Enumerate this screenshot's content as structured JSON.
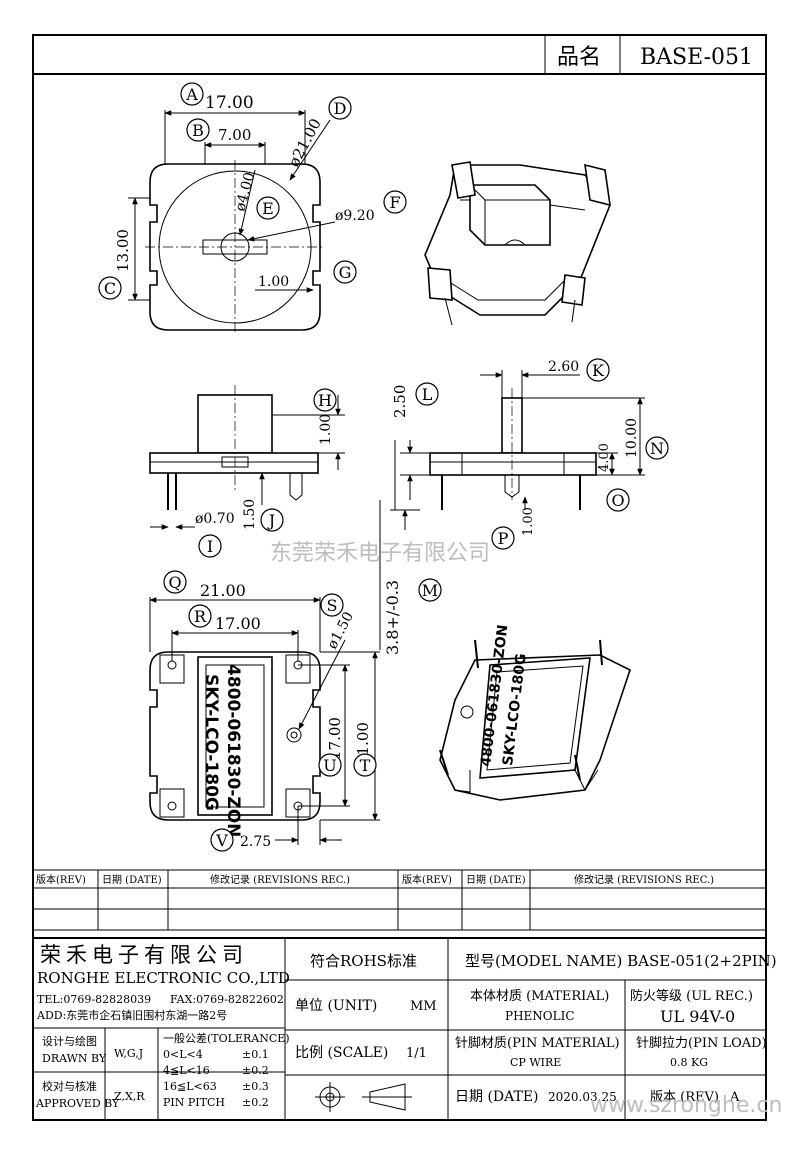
{
  "title_block": {
    "name_label": "品名",
    "part_no": "BASE-051"
  },
  "dimensions": {
    "A": "17.00",
    "B": "7.00",
    "D": "ø21.00",
    "E": "ø4.00",
    "F": "ø9.20",
    "C": "13.00",
    "G": "1.00",
    "H": "1.00",
    "I": "ø0.70",
    "J": "1.50",
    "K": "2.60",
    "L": "2.50",
    "N": "10.00",
    "O": "4.00",
    "P": "1.00",
    "Q": "21.00",
    "R": "17.00",
    "S": "ø1.50",
    "U": "17.00",
    "T": "21.00",
    "V": "2.75",
    "M": "3.8+/-0.3"
  },
  "labels": [
    "A",
    "B",
    "C",
    "D",
    "E",
    "F",
    "G",
    "H",
    "I",
    "J",
    "K",
    "L",
    "M",
    "N",
    "O",
    "P",
    "Q",
    "R",
    "S",
    "T",
    "U",
    "V"
  ],
  "marking": {
    "line1": "4800-061830-ZON",
    "line2": "SKY-LCO-180G"
  },
  "watermark": "东莞荣禾电子有限公司",
  "watermark_url": "www.szronghe.cn",
  "revision_table": {
    "headers": [
      "版本(REV)",
      "日期 (DATE)",
      "修改记录 (REVISIONS REC.)",
      "版本(REV)",
      "日期 (DATE)",
      "修改记录 (REVISIONS REC.)"
    ]
  },
  "company": {
    "name_cn": "荣禾电子有限公司",
    "name_en": "RONGHE ELECTRONIC CO.,LTD",
    "tel": "TEL:0769-82828039",
    "fax": "FAX:0769-82822602",
    "addr": "ADD:东莞市企石镇旧围村东湖一路2号"
  },
  "rohs": "符合ROHS标准",
  "model_name": "型号(MODEL NAME) BASE-051(2+2PIN)",
  "unit_label": "单位 (UNIT)",
  "unit_value": "MM",
  "scale_label": "比例 (SCALE)",
  "scale_value": "1/1",
  "material_label": "本体材质 (MATERIAL)",
  "material_value": "PHENOLIC",
  "ul_label": "防火等级 (UL REC.)",
  "ul_value": "UL 94V-0",
  "pin_material_label": "针脚材质(PIN MATERIAL)",
  "pin_material_value": "CP WIRE",
  "pin_load_label": "针脚拉力(PIN LOAD)",
  "pin_load_value": "0.8 KG",
  "date_label": "日期 (DATE)",
  "date_value": "2020.03.25",
  "rev_label": "版本 (REV)",
  "rev_value": "A",
  "design_label": "设计与绘图",
  "drawn_by_label": "DRAWN BY",
  "drawn_by_value": "W,G,J",
  "check_label": "校对与核准",
  "approved_by_label": "APPROVED BY",
  "approved_by_value": "Z,X,R",
  "tolerance": {
    "title": "一般公差(TOLERANCE)",
    "rows": [
      {
        "range": "0<L<4",
        "tol": "±0.1"
      },
      {
        "range": "4≦L<16",
        "tol": "±0.2"
      },
      {
        "range": "16≦L<63",
        "tol": "±0.3"
      },
      {
        "range": "PIN PITCH",
        "tol": "±0.2"
      }
    ]
  }
}
